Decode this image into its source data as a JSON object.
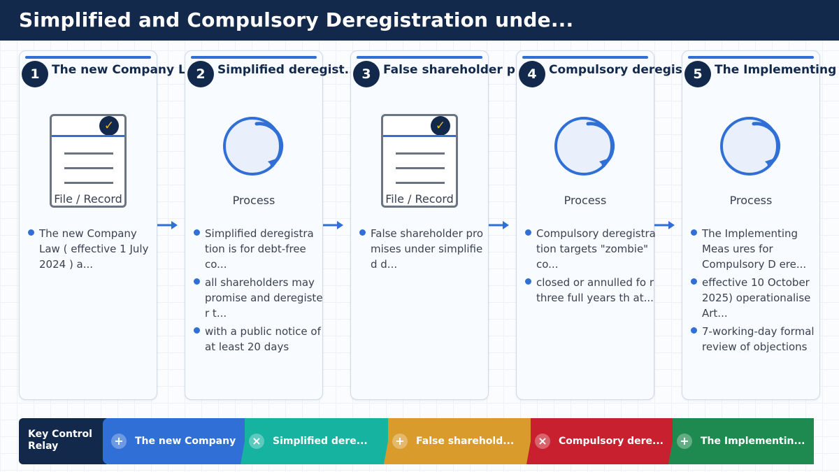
{
  "header": {
    "title": "Simplified and Compulsory Deregistration unde..."
  },
  "cards": [
    {
      "number": "1",
      "title": "The new Company Law",
      "icon_label": "File / Record",
      "bullets": [
        "The new Company Law ( effective 1 July 2024 ) a..."
      ]
    },
    {
      "number": "2",
      "title": "Simplified deregist...",
      "icon_label": "Process",
      "bullets": [
        "Simplified deregistra tion is for debt-free co...",
        "all shareholders may promise and deregiste r t...",
        "with a public notice of at least 20 days"
      ]
    },
    {
      "number": "3",
      "title": "False shareholder p...",
      "icon_label": "File / Record",
      "bullets": [
        "False shareholder pro mises under simplifie d d..."
      ]
    },
    {
      "number": "4",
      "title": "Compulsory deregist...",
      "icon_label": "Process",
      "bullets": [
        "Compulsory deregistra tion targets \"zombie\" co...",
        "closed or annulled fo r three full years th at..."
      ]
    },
    {
      "number": "5",
      "title": "The Implementing Me",
      "icon_label": "Process",
      "bullets": [
        "The Implementing Meas ures for Compulsory D ere...",
        "effective 10 October 2025) operationalise Art...",
        "7-working-day formal review of objections"
      ]
    }
  ],
  "relay": {
    "label_line1": "Key Control",
    "label_line2": "Relay",
    "segments": [
      {
        "label": "The new Company",
        "icon": "+"
      },
      {
        "label": "Simplified dere...",
        "icon": "×"
      },
      {
        "label": "False sharehold...",
        "icon": "+"
      },
      {
        "label": "Compulsory dere...",
        "icon": "×"
      },
      {
        "label": "The Implementin...",
        "icon": "+"
      }
    ]
  },
  "colors": {
    "navy": "#13294b",
    "accent_blue": "#2f6fd6",
    "segment_blue": "#2f6fd6",
    "segment_teal": "#16b3a0",
    "segment_amber": "#d89b2c",
    "segment_red": "#c8202e",
    "segment_green": "#1f8a4f"
  }
}
